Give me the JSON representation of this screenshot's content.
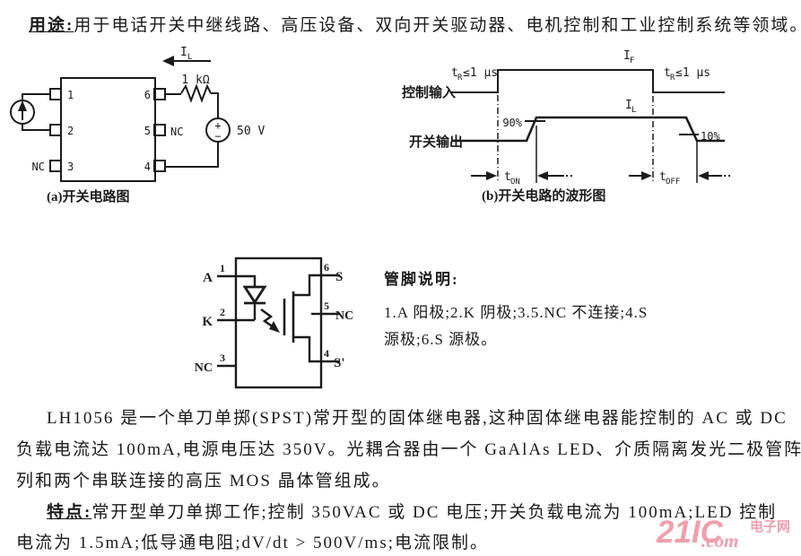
{
  "page": {
    "background": "#ffffff",
    "ink_color": "#1b1b1b",
    "watermark_color": "#f09fad"
  },
  "header": {
    "label": "用途:",
    "text": "用于电话开关中继线路、高压设备、双向开关驱动器、电机控制和工业控制系统等领域。"
  },
  "figure_a": {
    "caption": "(a)开关电路图",
    "il": {
      "main": "I",
      "sub": "L"
    },
    "resistor_label": "1 kΩ",
    "source_plus": "+",
    "source_minus": "−",
    "voltage_label": "50 V",
    "nc_left": "NC",
    "nc_right": "NC",
    "pins": {
      "p1": "1",
      "p2": "2",
      "p3": "3",
      "p4": "4",
      "p5": "5",
      "p6": "6"
    }
  },
  "figure_b": {
    "caption": "(b)开关电路的波形图",
    "input_label": "控制输入",
    "output_label": "开关输出",
    "i_f": {
      "main": "I",
      "sub": "F"
    },
    "i_l": {
      "main": "I",
      "sub": "L"
    },
    "tr_left": {
      "t": "t",
      "sub": "R",
      "rest": "≤1 μs"
    },
    "tr_right": {
      "t": "t",
      "sub": "R",
      "rest": "≤1 μs"
    },
    "p90": "90%",
    "p10": "10%",
    "t_on": {
      "t": "t",
      "sub": "ON"
    },
    "t_off": {
      "t": "t",
      "sub": "OFF"
    }
  },
  "figure_pins": {
    "left": [
      {
        "num": "1",
        "name": "A"
      },
      {
        "num": "2",
        "name": "K"
      },
      {
        "num": "3",
        "name": "NC"
      }
    ],
    "right": [
      {
        "num": "6",
        "name": "S"
      },
      {
        "num": "5",
        "name": "NC"
      },
      {
        "num": "4",
        "name": "S'"
      }
    ]
  },
  "pin_notes": {
    "title": "管脚说明:",
    "lines": [
      "1.A 阳极;2.K 阴极;3.5.NC 不连接;4.S",
      "源极;6.S 源极。"
    ]
  },
  "description": {
    "lines": [
      "LH1056 是一个单刀单掷(SPST)常开型的固体继电器,这种固体继电器能控制的 AC 或 DC",
      "负载电流达 100mA,电源电压达 350V。光耦合器由一个 GaAlAs LED、介质隔离发光二极管阵",
      "列和两个串联连接的高压 MOS 晶体管组成。"
    ]
  },
  "features": {
    "label": "特点:",
    "line1": "常开型单刀单掷工作;控制 350VAC 或 DC 电压;开关负载电流为 100mA;LED 控制",
    "line2": "电流为 1.5mA;低导通电阻;dV/dt > 500V/ms;电流限制。"
  },
  "watermark": {
    "brand": "21IC",
    "suffix": ".com",
    "cn": "电子网"
  }
}
